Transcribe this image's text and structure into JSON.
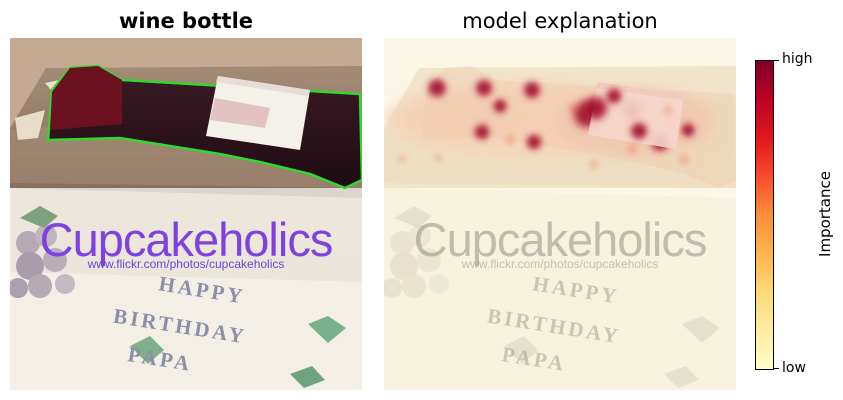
{
  "panels": {
    "left": {
      "title": "wine bottle",
      "title_weight": "bold",
      "watermark": {
        "main": "Cupcakeholics",
        "url": "www.flickr.com/photos/cupcakeholics"
      },
      "cake_text": [
        "HAPPY",
        "BIRTHDAY",
        "PAPA"
      ],
      "outline_color": "#22dd22"
    },
    "right": {
      "title": "model explanation",
      "watermark": {
        "main": "Cupcakeholics",
        "url": "www.flickr.com/photos/cupcakeholics"
      },
      "cake_text": [
        "HAPPY",
        "BIRTHDAY",
        "PAPA"
      ]
    }
  },
  "colorbar": {
    "label": "Importance",
    "high_label": "high",
    "low_label": "low",
    "colormap": [
      "#800026",
      "#bd0026",
      "#e31a1c",
      "#fc4e2a",
      "#fd8d3c",
      "#feb24c",
      "#fed976",
      "#ffeda0",
      "#ffffcc"
    ]
  }
}
